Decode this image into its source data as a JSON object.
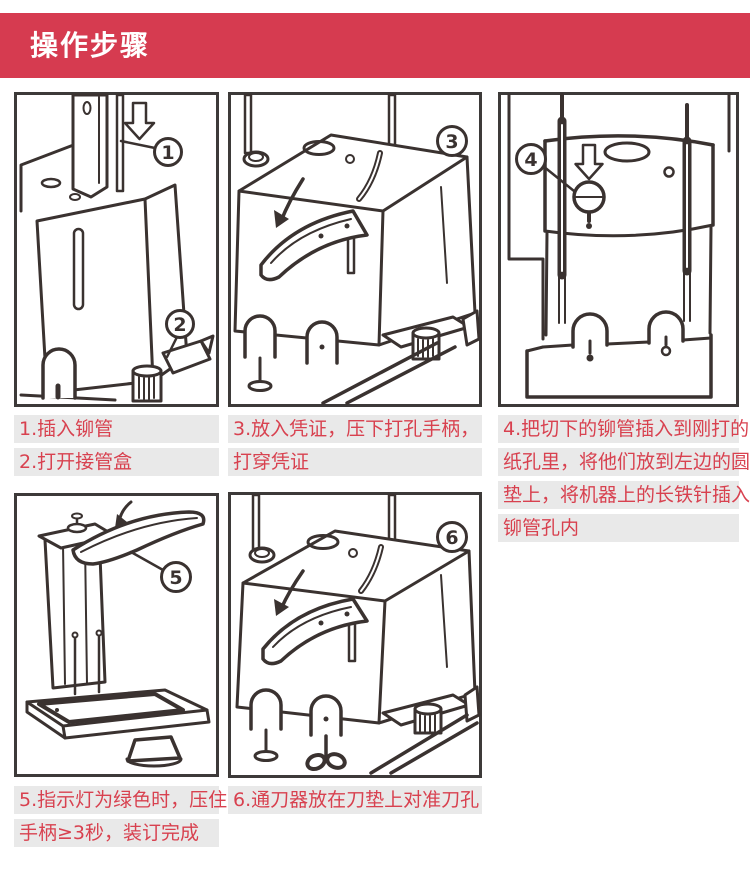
{
  "header": {
    "title": "操作步骤"
  },
  "colors": {
    "page_bg": "#ffffff",
    "banner_bg": "#d63b50",
    "banner_text": "#ffffff",
    "caption_bg": "#e9e9e9",
    "caption_text": "#d8414f",
    "line": "#3a3230",
    "panel_border": "#3d3a39"
  },
  "icons": {
    "down-arrow-icon": "⇩",
    "press-arrow-icon": "↙",
    "step-badge": "circled-number"
  },
  "panels": [
    {
      "name": "insert-rivet-tube",
      "badges": [
        "1",
        "2"
      ],
      "caption_lines": [
        "1.插入铆管",
        "2.打开接管盒"
      ]
    },
    {
      "name": "punch-voucher",
      "badges": [
        "3"
      ],
      "caption_lines": [
        "3.放入凭证，压下打孔手柄，",
        "打穿凭证"
      ]
    },
    {
      "name": "insert-cut-tube",
      "badges": [
        "4"
      ],
      "caption_lines": [
        "4.把切下的铆管插入到刚打的",
        "纸孔里，将他们放到左边的圆",
        "垫上，将机器上的长铁针插入",
        "铆管孔内"
      ]
    },
    {
      "name": "hold-handle-bind",
      "badges": [
        "5"
      ],
      "caption_lines": [
        "5.指示灯为绿色时，压住",
        "手柄≥3秒，装订完成"
      ]
    },
    {
      "name": "knife-tool-align",
      "badges": [
        "6"
      ],
      "caption_lines": [
        "6.通刀器放在刀垫上对准刀孔"
      ]
    }
  ]
}
